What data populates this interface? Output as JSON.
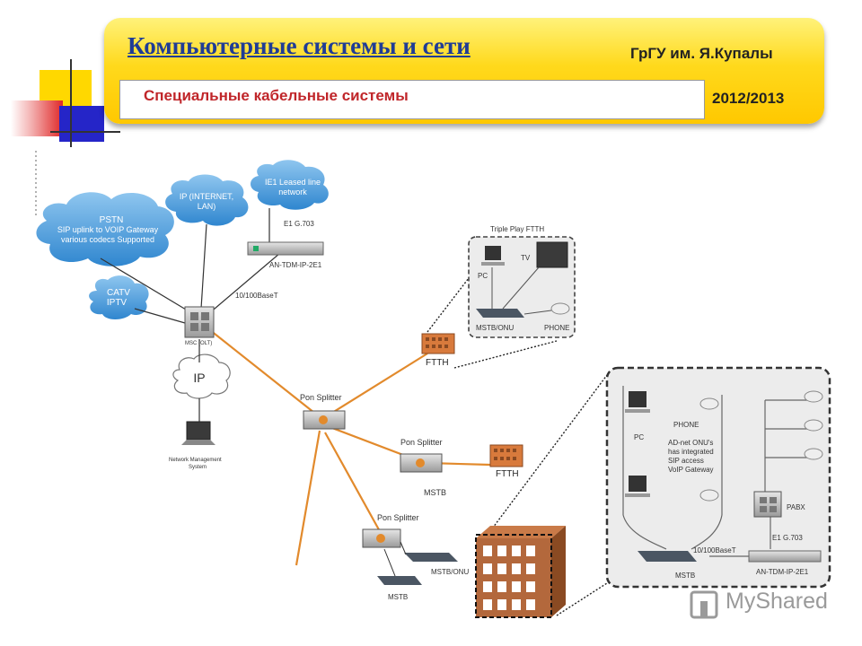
{
  "header": {
    "course_title": "Компьютерные системы и сети",
    "university": "ГрГУ им. Я.Купалы",
    "subtitle": "Специальные кабельные системы",
    "year": "2012/2013"
  },
  "diagram": {
    "clouds": {
      "pstn": [
        "PSTN",
        "SIP uplink to VOIP Gateway",
        "various codecs Supported"
      ],
      "ip_internet": [
        "IP (INTERNET,",
        "LAN)"
      ],
      "e1_leased": [
        "IE1 Leased line",
        "network"
      ],
      "catv": [
        "CATV",
        "IPTV"
      ],
      "ip": "IP"
    },
    "labels": {
      "e1_g703_top": "E1 G.703",
      "an_tdm_top": "AN-TDM-IP-2E1",
      "base_t_top": "10/100BaseT",
      "msc_olt": "MSC (OLT)",
      "nms": [
        "Network Management",
        "System"
      ],
      "pon_splitter_1": "Pon Splitter",
      "pon_splitter_2": "Pon Splitter",
      "pon_splitter_3": "Pon Splitter",
      "ftth_1": "FTTH",
      "ftth_2": "FTTH",
      "mstb_mid": "MSTB",
      "mstb_onu_bottom": "MSTB/ONU",
      "mstb_bottom": "MSTB",
      "triple_play": "Triple Play FTTH",
      "tp_pc": "PC",
      "tp_tv": "TV",
      "tp_mstb_onu": "MSTB/ONU",
      "tp_phone": "PHONE",
      "det_phone": "PHONE",
      "det_pc": "PC",
      "det_note": [
        "AD-net ONU's",
        "has integrated",
        "SIP access",
        "VoIP Gateway"
      ],
      "det_pabx": "PABX",
      "det_e1": "E1 G.703",
      "det_base_t": "10/100BaseT",
      "det_mstb": "MSTB",
      "det_an_tdm": "AN-TDM-IP-2E1"
    }
  },
  "watermark": {
    "text": "MyShared"
  },
  "colors": {
    "accent_blue": "#1f3c96",
    "subtitle_red": "#c0262a",
    "panel_yellow": "#ffd91c",
    "cloud_blue": "#3a92d6",
    "fiber_orange": "#e28a2c",
    "building_brown": "#b3683c"
  }
}
